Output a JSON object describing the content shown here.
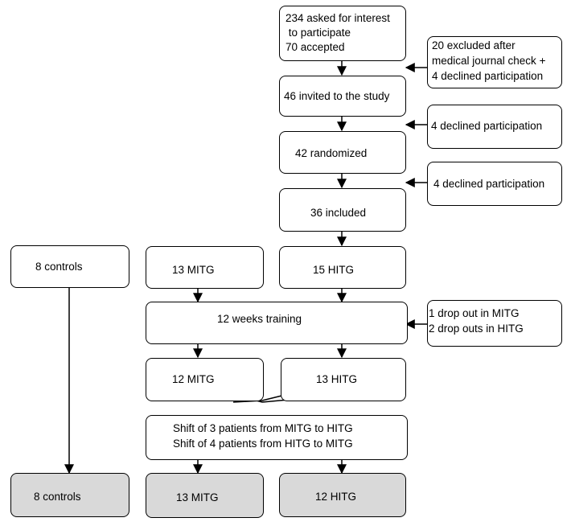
{
  "boxes": {
    "interest": [
      "234 asked for interest",
      " to participate",
      "70 accepted"
    ],
    "excluded": [
      "20 excluded after",
      "medical journal check +",
      "4 declined participation"
    ],
    "invited": "46 invited to the study",
    "declined1": "4 declined participation",
    "randomized": "42 randomized",
    "declined2": "4 declined participation",
    "included": "36 included",
    "controls_start": "8 controls",
    "mitg_start": "13 MITG",
    "hitg_start": "15 HITG",
    "training": "12 weeks training",
    "dropouts": [
      "1 drop out in MITG",
      "2 drop outs in HITG"
    ],
    "mitg_mid": "12 MITG",
    "hitg_mid": "13 HITG",
    "shift": [
      "Shift of 3 patients from MITG to HITG",
      "Shift of 4 patients from HITG to MITG"
    ],
    "controls_end": "8 controls",
    "mitg_end": "13 MITG",
    "hitg_end": "12 HITG"
  }
}
